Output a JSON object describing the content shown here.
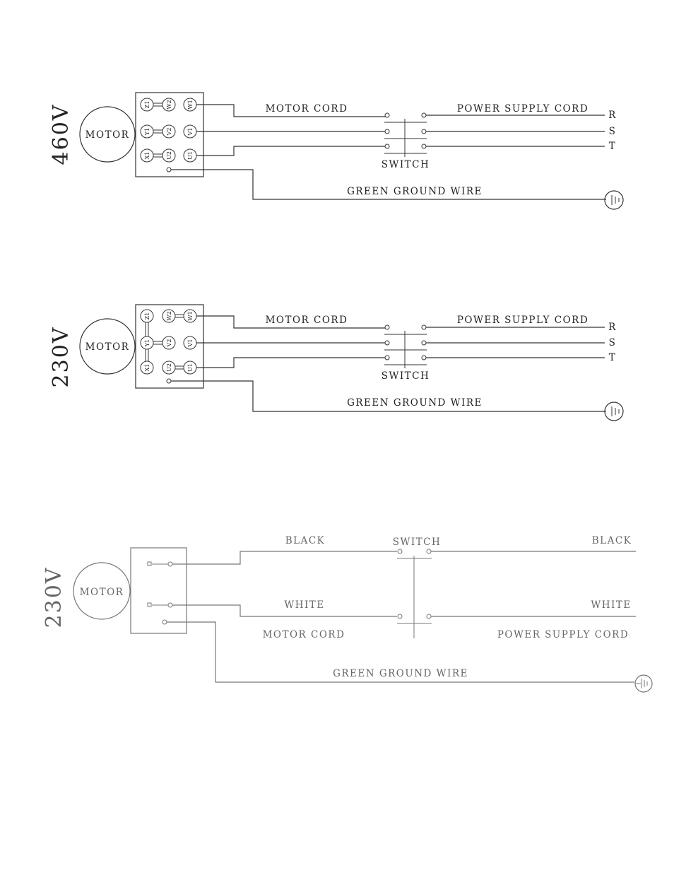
{
  "d1": {
    "voltage": "460V",
    "motor": "MOTOR",
    "terminals": [
      "Z1",
      "W2",
      "W1",
      "Y1",
      "V2",
      "V1",
      "X1",
      "U2",
      "U1"
    ],
    "motor_cord": "MOTOR CORD",
    "power_cord": "POWER SUPPLY CORD",
    "switch": "SWITCH",
    "ground": "GREEN GROUND WIRE",
    "phases": [
      "R",
      "S",
      "T"
    ]
  },
  "d2": {
    "voltage": "230V",
    "motor": "MOTOR",
    "terminals": [
      "Z1",
      "W2",
      "W1",
      "Y1",
      "V2",
      "V1",
      "X1",
      "U2",
      "U1"
    ],
    "motor_cord": "MOTOR CORD",
    "power_cord": "POWER SUPPLY CORD",
    "switch": "SWITCH",
    "ground": "GREEN GROUND WIRE",
    "phases": [
      "R",
      "S",
      "T"
    ]
  },
  "d3": {
    "voltage": "230V",
    "motor": "MOTOR",
    "black_left": "BLACK",
    "black_right": "BLACK",
    "white_left": "WHITE",
    "white_right": "WHITE",
    "switch": "SWITCH",
    "motor_cord": "MOTOR CORD",
    "power_cord": "POWER SUPPLY CORD",
    "ground": "GREEN GROUND WIRE"
  }
}
